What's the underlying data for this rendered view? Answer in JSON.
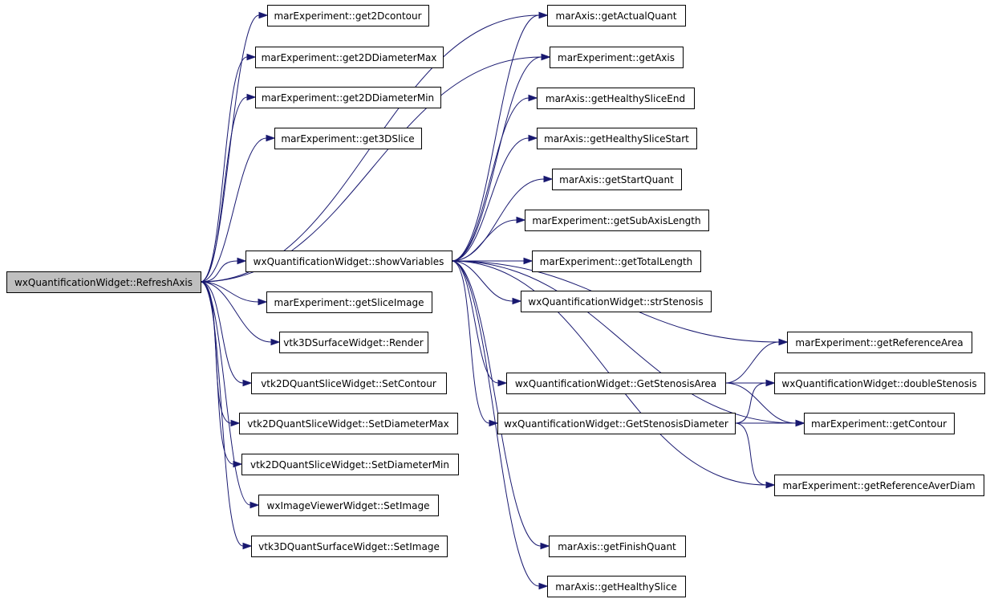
{
  "graph": {
    "root": "n_refresh",
    "nodes": [
      {
        "id": "n_refresh",
        "label": "wxQuantificationWidget::RefreshAxis"
      },
      {
        "id": "n_get2dcontour",
        "label": "marExperiment::get2Dcontour"
      },
      {
        "id": "n_get2ddiammax",
        "label": "marExperiment::get2DDiameterMax"
      },
      {
        "id": "n_get2ddiammin",
        "label": "marExperiment::get2DDiameterMin"
      },
      {
        "id": "n_get3dslice",
        "label": "marExperiment::get3DSlice"
      },
      {
        "id": "n_showvars",
        "label": "wxQuantificationWidget::showVariables"
      },
      {
        "id": "n_getsliceimage",
        "label": "marExperiment::getSliceImage"
      },
      {
        "id": "n_render",
        "label": "vtk3DSurfaceWidget::Render"
      },
      {
        "id": "n_setcontour",
        "label": "vtk2DQuantSliceWidget::SetContour"
      },
      {
        "id": "n_setdiammax",
        "label": "vtk2DQuantSliceWidget::SetDiameterMax"
      },
      {
        "id": "n_setdiammin",
        "label": "vtk2DQuantSliceWidget::SetDiameterMin"
      },
      {
        "id": "n_wximg",
        "label": "wxImageViewerWidget::SetImage"
      },
      {
        "id": "n_vtk3dimg",
        "label": "vtk3DQuantSurfaceWidget::SetImage"
      },
      {
        "id": "n_actualquant",
        "label": "marAxis::getActualQuant"
      },
      {
        "id": "n_getaxis",
        "label": "marExperiment::getAxis"
      },
      {
        "id": "n_hsend",
        "label": "marAxis::getHealthySliceEnd"
      },
      {
        "id": "n_hsstart",
        "label": "marAxis::getHealthySliceStart"
      },
      {
        "id": "n_startquant",
        "label": "marAxis::getStartQuant"
      },
      {
        "id": "n_subaxislen",
        "label": "marExperiment::getSubAxisLength"
      },
      {
        "id": "n_totallen",
        "label": "marExperiment::getTotalLength"
      },
      {
        "id": "n_strsten",
        "label": "wxQuantificationWidget::strStenosis"
      },
      {
        "id": "n_stenarea",
        "label": "wxQuantificationWidget::GetStenosisArea"
      },
      {
        "id": "n_stendiam",
        "label": "wxQuantificationWidget::GetStenosisDiameter"
      },
      {
        "id": "n_finishquant",
        "label": "marAxis::getFinishQuant"
      },
      {
        "id": "n_healthyslice",
        "label": "marAxis::getHealthySlice"
      },
      {
        "id": "n_refarea",
        "label": "marExperiment::getReferenceArea"
      },
      {
        "id": "n_doublesten",
        "label": "wxQuantificationWidget::doubleStenosis"
      },
      {
        "id": "n_getcontour",
        "label": "marExperiment::getContour"
      },
      {
        "id": "n_refaverdiam",
        "label": "marExperiment::getReferenceAverDiam"
      }
    ],
    "edges": [
      {
        "from": "n_refresh",
        "to": "n_get2dcontour"
      },
      {
        "from": "n_refresh",
        "to": "n_get2ddiammax"
      },
      {
        "from": "n_refresh",
        "to": "n_get2ddiammin"
      },
      {
        "from": "n_refresh",
        "to": "n_get3dslice"
      },
      {
        "from": "n_refresh",
        "to": "n_actualquant"
      },
      {
        "from": "n_refresh",
        "to": "n_getaxis"
      },
      {
        "from": "n_refresh",
        "to": "n_showvars"
      },
      {
        "from": "n_refresh",
        "to": "n_getsliceimage"
      },
      {
        "from": "n_refresh",
        "to": "n_render"
      },
      {
        "from": "n_refresh",
        "to": "n_setcontour"
      },
      {
        "from": "n_refresh",
        "to": "n_setdiammax"
      },
      {
        "from": "n_refresh",
        "to": "n_setdiammin"
      },
      {
        "from": "n_refresh",
        "to": "n_wximg"
      },
      {
        "from": "n_refresh",
        "to": "n_vtk3dimg"
      },
      {
        "from": "n_showvars",
        "to": "n_actualquant"
      },
      {
        "from": "n_showvars",
        "to": "n_getaxis"
      },
      {
        "from": "n_showvars",
        "to": "n_hsend"
      },
      {
        "from": "n_showvars",
        "to": "n_hsstart"
      },
      {
        "from": "n_showvars",
        "to": "n_startquant"
      },
      {
        "from": "n_showvars",
        "to": "n_subaxislen"
      },
      {
        "from": "n_showvars",
        "to": "n_totallen"
      },
      {
        "from": "n_showvars",
        "to": "n_strsten"
      },
      {
        "from": "n_showvars",
        "to": "n_refarea"
      },
      {
        "from": "n_showvars",
        "to": "n_stenarea"
      },
      {
        "from": "n_showvars",
        "to": "n_stendiam"
      },
      {
        "from": "n_showvars",
        "to": "n_getcontour"
      },
      {
        "from": "n_showvars",
        "to": "n_refaverdiam"
      },
      {
        "from": "n_showvars",
        "to": "n_finishquant"
      },
      {
        "from": "n_showvars",
        "to": "n_healthyslice"
      },
      {
        "from": "n_stenarea",
        "to": "n_refarea"
      },
      {
        "from": "n_stenarea",
        "to": "n_doublesten"
      },
      {
        "from": "n_stenarea",
        "to": "n_getcontour"
      },
      {
        "from": "n_stendiam",
        "to": "n_doublesten"
      },
      {
        "from": "n_stendiam",
        "to": "n_getcontour"
      },
      {
        "from": "n_stendiam",
        "to": "n_refaverdiam"
      }
    ]
  }
}
